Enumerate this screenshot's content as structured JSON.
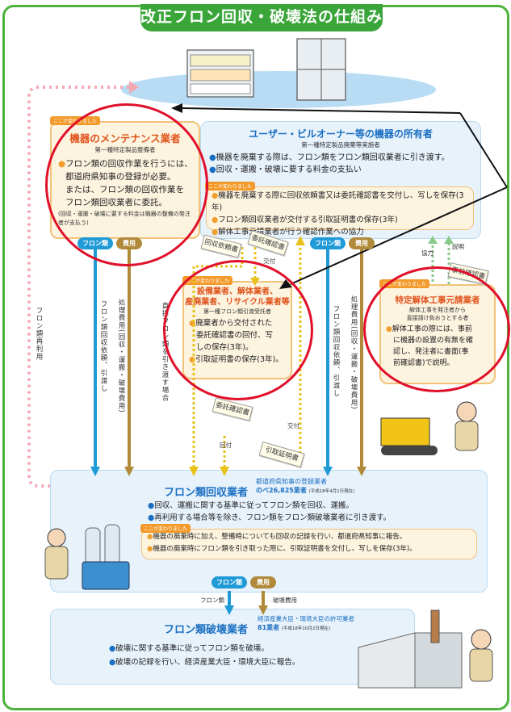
{
  "title": "改正フロン回収・破壊法の仕組み",
  "kokoga": "ここが変わりました",
  "maintenance": {
    "title": "機器のメンテナンス業者",
    "subtitle": "第一種特定製品整備者",
    "lines": [
      "フロン類の回収作業を行うには、",
      "都道府県知事の登録が必要。",
      "または、フロン類の回収作業を",
      "フロン類回収業者に委託。"
    ],
    "note": "(回収・運搬・破壊に要する料金は機器の整備の発注者が支払う)"
  },
  "owner": {
    "title": "ユーザー・ビルオーナー等の機器の所有者",
    "subtitle": "第一種特定製品廃棄等実施者",
    "lines": [
      "機器を廃棄する際は、フロン類をフロン類回収業者に引き渡す。",
      "回収・運搬・破壊に要する料金の支払い"
    ],
    "changes": [
      "機器を廃棄する際に回収依頼書又は委託確認書を交付し、写しを保存(3年)",
      "フロン類回収業者が交付する引取証明書の保存(3年)",
      "解体工事元請業者が行う確認作業への協力"
    ]
  },
  "equipment": {
    "title_lines": [
      "設備業者、解体業者、",
      "産廃業者、リサイクル業者等"
    ],
    "subtitle": "第一種フロン類引渡受託者",
    "lines": [
      "廃棄者から交付された",
      "委託確認書の回付、写",
      "しの保存(3年)。",
      "引取証明書の保存(3年)。"
    ]
  },
  "contractor": {
    "title": "特定解体工事元請業者",
    "subtitle_lines": [
      "解体工事を発注者から",
      "直接請け負おうとする者"
    ],
    "lines": [
      "解体工事の際には、事前",
      "に機器の設置の有無を確",
      "認し、発注者に書面(事",
      "前確認書)で説明。"
    ]
  },
  "collector": {
    "title": "フロン類回収業者",
    "reg_line1": "都道府県知事の登録業者",
    "reg_line2": "のべ26,825業者",
    "reg_note": "(平成18年4月1日現在)",
    "lines": [
      "回収、運搬に関する基準に従ってフロン類を回収、運搬。",
      "再利用する場合等を除き、フロン類をフロン類破壊業者に引き渡す。"
    ],
    "changes": [
      "機器の廃棄時に加え、整備時についても回収の記録を行い、都道府県知事に報告。",
      "機器の廃棄時にフロン類を引き取った際に、引取証明書を交付し、写しを保存(3年)。"
    ]
  },
  "destroyer": {
    "title": "フロン類破壊業者",
    "reg_line1": "経済産業大臣・環境大臣の許可業者",
    "reg_line2": "81業者",
    "reg_note": "(平成18年10月2日現在)",
    "lines": [
      "破壊に関する基準に従ってフロン類を破壊。",
      "破壊の記録を行い、経済産業大臣・環境大臣に報告。"
    ]
  },
  "pills": {
    "freon": "フロン類",
    "cost": "費用"
  },
  "vertical_labels": {
    "reuse": "フロン類再利用",
    "request_left": "フロン類回収依頼、引渡し",
    "cost_left": "処理費用(回収・運搬・破壊費用)",
    "direct": "直接フロン類を引き渡す場合",
    "request_right": "フロン類回収依頼、引渡し",
    "cost_right": "処理費用(回収・運搬・破壊費用)"
  },
  "papers": {
    "request": "回収依頼書",
    "consign_top": "委託確認書",
    "consign_bottom": "委託確認書",
    "pickup": "引取証明書",
    "prior": "事前確認書"
  },
  "small_labels": {
    "delivery_top": "交付",
    "delivery_bottom": "交付",
    "circulate": "回付",
    "cooperate": "協力",
    "explain": "説明",
    "freon_flow": "フロン類",
    "destroy_cost": "破壊費用"
  },
  "colors": {
    "green": "#3aa63a",
    "orange": "#f39a2b",
    "blue": "#1a6fc2",
    "red": "#e0102a",
    "brown": "#b08a3a",
    "cyan": "#1f9ad6",
    "yellow": "#e8c11a"
  }
}
